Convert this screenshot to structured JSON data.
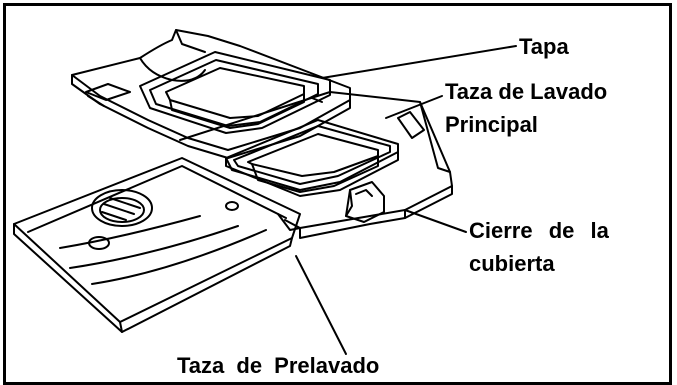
{
  "labels": {
    "lid": "Tapa",
    "main_wash_cup_line1": "Taza de Lavado",
    "main_wash_cup_line2": "Principal",
    "cover_latch_line1": "Cierre de la",
    "cover_latch_line2": "cubierta",
    "prewash_cup": "Taza de Prelavado"
  },
  "colors": {
    "line": "#000000",
    "background": "#ffffff"
  }
}
